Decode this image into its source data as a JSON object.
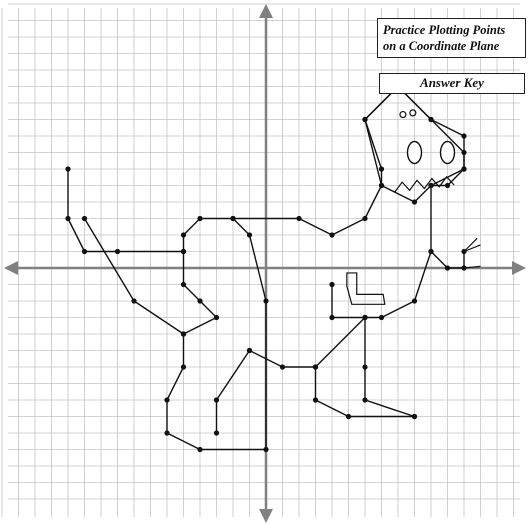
{
  "worksheet": {
    "title_line1": "Practice Plotting Points",
    "title_line2": "on a Coordinate Plane",
    "answer_key_label": "Answer Key"
  },
  "grid": {
    "x_range": [
      -16,
      16
    ],
    "y_range": [
      -14,
      16
    ],
    "cell_units": 1,
    "origin_axes": true,
    "grid_color": "#c4c4c4",
    "axis_color": "#808080",
    "line_color": "#111111"
  },
  "figure": {
    "description_name": "dinosaur",
    "paths": [
      {
        "name": "tail-and-back-outline",
        "closed": false,
        "points": [
          [
            -12,
            6
          ],
          [
            -12,
            3
          ],
          [
            -11,
            1
          ],
          [
            -9,
            1
          ],
          [
            -5,
            1
          ],
          [
            -5,
            -1
          ],
          [
            -4,
            -2
          ],
          [
            -3,
            -3
          ],
          [
            -5,
            -4
          ],
          [
            -5,
            -6
          ],
          [
            -6,
            -8
          ],
          [
            -6,
            -10
          ],
          [
            -4,
            -11
          ],
          [
            0,
            -11
          ],
          [
            0,
            -2
          ],
          [
            -1,
            2
          ],
          [
            -2,
            3
          ],
          [
            -4,
            3
          ],
          [
            -5,
            2
          ],
          [
            -5,
            1
          ]
        ]
      },
      {
        "name": "tail-lower-edge",
        "closed": false,
        "points": [
          [
            -11,
            3
          ],
          [
            -8,
            -2
          ],
          [
            -5,
            -4
          ]
        ]
      },
      {
        "name": "back-to-neck",
        "closed": false,
        "points": [
          [
            -2,
            3
          ],
          [
            2,
            3
          ],
          [
            4,
            2
          ],
          [
            6,
            3
          ],
          [
            7,
            5
          ],
          [
            7,
            6
          ],
          [
            6,
            9
          ],
          [
            8,
            11
          ],
          [
            10,
            9
          ],
          [
            12,
            7
          ],
          [
            12,
            6
          ],
          [
            10,
            5
          ],
          [
            10,
            1
          ],
          [
            9,
            -2
          ],
          [
            7,
            -3
          ],
          [
            6,
            -3
          ]
        ]
      },
      {
        "name": "belly-and-legs",
        "closed": false,
        "points": [
          [
            -1,
            -5
          ],
          [
            1,
            -6
          ],
          [
            3,
            -6
          ],
          [
            6,
            -3
          ],
          [
            6,
            -6
          ],
          [
            6,
            -8
          ],
          [
            9,
            -9
          ]
        ]
      },
      {
        "name": "front-leg",
        "closed": false,
        "points": [
          [
            3,
            -6
          ],
          [
            3,
            -8
          ],
          [
            5,
            -9
          ],
          [
            9,
            -9
          ]
        ]
      },
      {
        "name": "back-leg-inner",
        "closed": false,
        "points": [
          [
            -1,
            -5
          ],
          [
            -3,
            -8
          ],
          [
            -3,
            -10
          ]
        ]
      },
      {
        "name": "head-outline",
        "closed": false,
        "points": [
          [
            6,
            9
          ],
          [
            8,
            11
          ],
          [
            10,
            9
          ],
          [
            12,
            8
          ],
          [
            12,
            6
          ],
          [
            11,
            5
          ],
          [
            10,
            5
          ],
          [
            9,
            4
          ],
          [
            7,
            5
          ],
          [
            6,
            9
          ]
        ]
      },
      {
        "name": "arm-right",
        "closed": false,
        "points": [
          [
            10,
            1
          ],
          [
            11,
            0
          ],
          [
            12,
            0
          ],
          [
            12,
            1
          ]
        ]
      },
      {
        "name": "arm-left",
        "closed": false,
        "points": [
          [
            6,
            -3
          ],
          [
            4,
            -3
          ],
          [
            4,
            -1
          ]
        ]
      }
    ],
    "eye_left": [
      9,
      7
    ],
    "eye_right": [
      11,
      7
    ]
  }
}
